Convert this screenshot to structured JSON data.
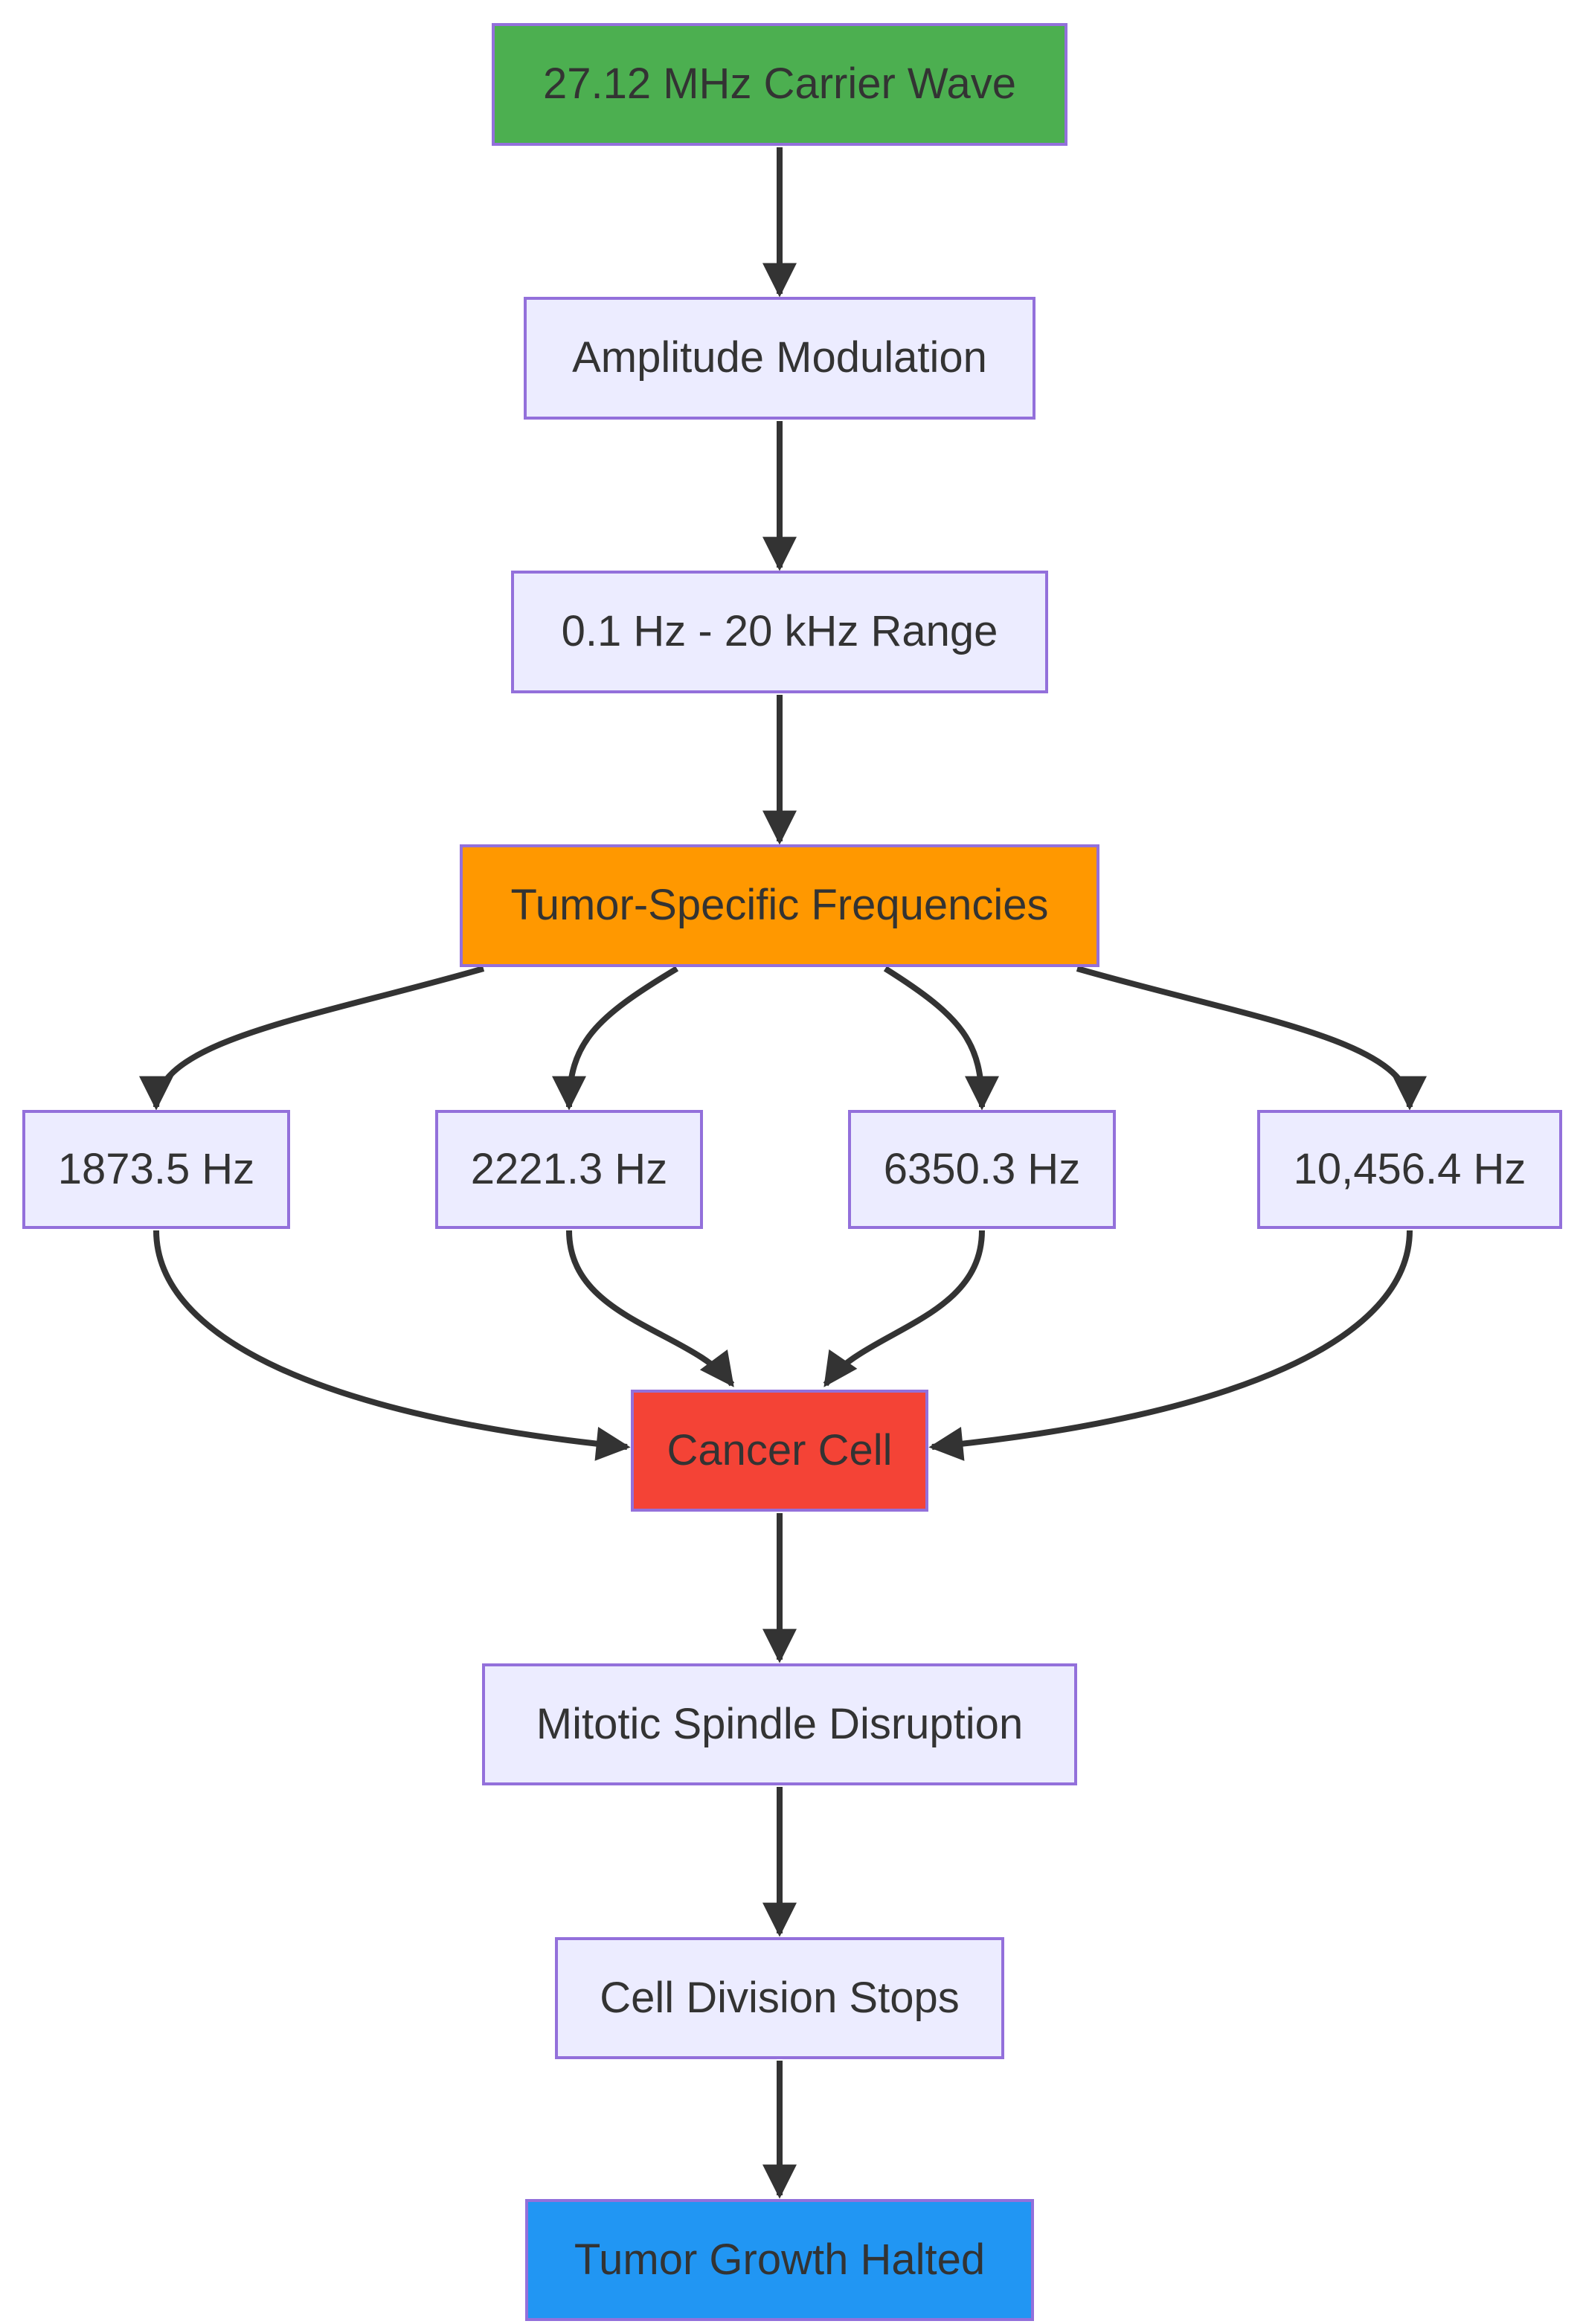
{
  "diagram": {
    "type": "flowchart",
    "direction": "top-down",
    "nodes": {
      "carrier": {
        "label": "27.12 MHz Carrier Wave",
        "fill": "#4CAF50"
      },
      "modulation": {
        "label": "Amplitude Modulation",
        "fill": "#ECECFF"
      },
      "range": {
        "label": "0.1 Hz - 20 kHz Range",
        "fill": "#ECECFF"
      },
      "tumor_frequencies": {
        "label": "Tumor-Specific Frequencies",
        "fill": "#FF9800"
      },
      "freq_1873": {
        "label": "1873.5 Hz",
        "fill": "#ECECFF"
      },
      "freq_2221": {
        "label": "2221.3 Hz",
        "fill": "#ECECFF"
      },
      "freq_6350": {
        "label": "6350.3 Hz",
        "fill": "#ECECFF"
      },
      "freq_10456": {
        "label": "10,456.4 Hz",
        "fill": "#ECECFF"
      },
      "cancer_cell": {
        "label": "Cancer Cell",
        "fill": "#F44336"
      },
      "mitotic": {
        "label": "Mitotic Spindle Disruption",
        "fill": "#ECECFF"
      },
      "division": {
        "label": "Cell Division Stops",
        "fill": "#ECECFF"
      },
      "halted": {
        "label": "Tumor Growth Halted",
        "fill": "#2196F3"
      }
    },
    "edges": [
      {
        "from": "carrier",
        "to": "modulation"
      },
      {
        "from": "modulation",
        "to": "range"
      },
      {
        "from": "range",
        "to": "tumor_frequencies"
      },
      {
        "from": "tumor_frequencies",
        "to": "freq_1873"
      },
      {
        "from": "tumor_frequencies",
        "to": "freq_2221"
      },
      {
        "from": "tumor_frequencies",
        "to": "freq_6350"
      },
      {
        "from": "tumor_frequencies",
        "to": "freq_10456"
      },
      {
        "from": "freq_1873",
        "to": "cancer_cell"
      },
      {
        "from": "freq_2221",
        "to": "cancer_cell"
      },
      {
        "from": "freq_6350",
        "to": "cancer_cell"
      },
      {
        "from": "freq_10456",
        "to": "cancer_cell"
      },
      {
        "from": "cancer_cell",
        "to": "mitotic"
      },
      {
        "from": "mitotic",
        "to": "division"
      },
      {
        "from": "division",
        "to": "halted"
      }
    ],
    "colors": {
      "node_border": "#9370DB",
      "node_fill_default": "#ECECFF",
      "edge": "#333333",
      "text": "#333333",
      "background": "#FFFFFF",
      "green": "#4CAF50",
      "orange": "#FF9800",
      "red": "#F44336",
      "blue": "#2196F3"
    }
  }
}
